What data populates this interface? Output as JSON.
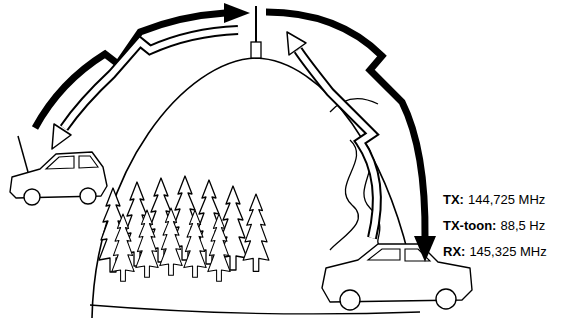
{
  "diagram": {
    "labels": [
      "TX:",
      "144,725 MHz",
      "TX-toon:",
      "88,5 Hz",
      "RX:",
      "145,325 MHz"
    ]
  }
}
